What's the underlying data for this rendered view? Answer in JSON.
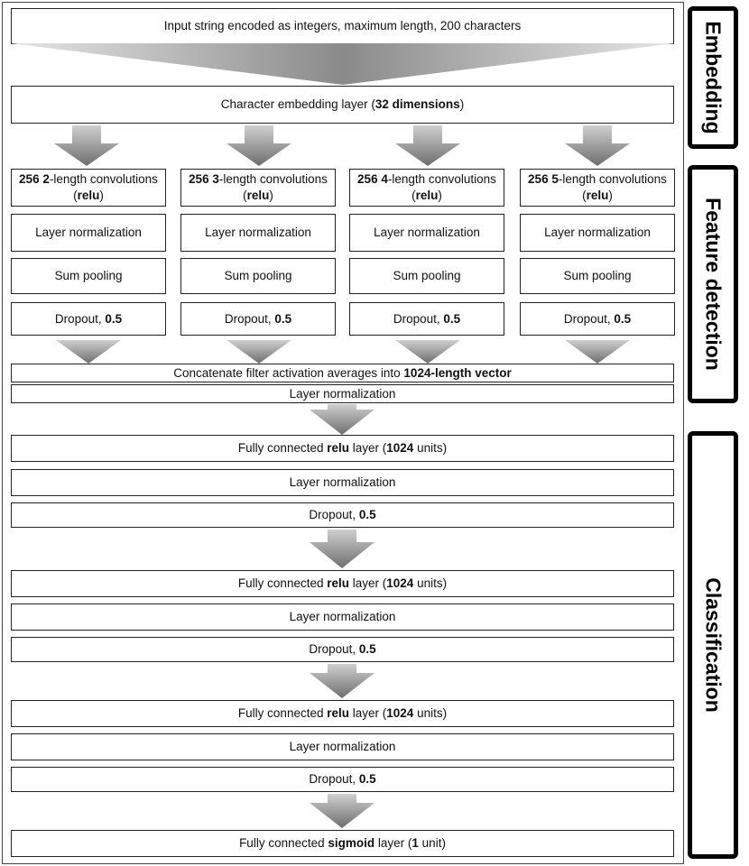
{
  "input": {
    "text": "Input string encoded as integers, maximum length, 200 characters"
  },
  "embedding": {
    "pre": "Character embedding layer (",
    "bold": "32 dimensions",
    "post": ")"
  },
  "conv_columns": [
    {
      "count": "256",
      "size": "2",
      "mid": "-length convolutions (",
      "act": "relu",
      "end": ")",
      "norm": "Layer normalization",
      "pool": "Sum pooling",
      "drop_label": "Dropout, ",
      "drop_value": "0.5"
    },
    {
      "count": "256",
      "size": "3",
      "mid": "-length convolutions (",
      "act": "relu",
      "end": ")",
      "norm": "Layer normalization",
      "pool": "Sum pooling",
      "drop_label": "Dropout, ",
      "drop_value": "0.5"
    },
    {
      "count": "256",
      "size": "4",
      "mid": "-length convolutions (",
      "act": "relu",
      "end": ")",
      "norm": "Layer normalization",
      "pool": "Sum pooling",
      "drop_label": "Dropout, ",
      "drop_value": "0.5"
    },
    {
      "count": "256",
      "size": "5",
      "mid": "-length convolutions (",
      "act": "relu",
      "end": ")",
      "norm": "Layer normalization",
      "pool": "Sum pooling",
      "drop_label": "Dropout, ",
      "drop_value": "0.5"
    }
  ],
  "concat": {
    "pre": "Concatenate filter activation averages into ",
    "bold": "1024-length vector",
    "norm": "Layer normalization"
  },
  "fc_blocks": [
    {
      "pre": "Fully connected ",
      "act": "relu",
      "mid": " layer (",
      "units": "1024",
      "end": " units)",
      "norm": "Layer normalization",
      "drop_label": "Dropout, ",
      "drop_value": "0.5"
    },
    {
      "pre": "Fully connected ",
      "act": "relu",
      "mid": " layer (",
      "units": "1024",
      "end": " units)",
      "norm": "Layer normalization",
      "drop_label": "Dropout, ",
      "drop_value": "0.5"
    },
    {
      "pre": "Fully connected ",
      "act": "relu",
      "mid": " layer (",
      "units": "1024",
      "end": " units)",
      "norm": "Layer normalization",
      "drop_label": "Dropout, ",
      "drop_value": "0.5"
    }
  ],
  "output": {
    "pre": "Fully connected ",
    "act": "sigmoid",
    "mid": " layer (",
    "units": "1",
    "end": " unit)"
  },
  "sections": {
    "embedding": "Embedding",
    "feature_detection": "Feature detection",
    "classification": "Classification"
  }
}
